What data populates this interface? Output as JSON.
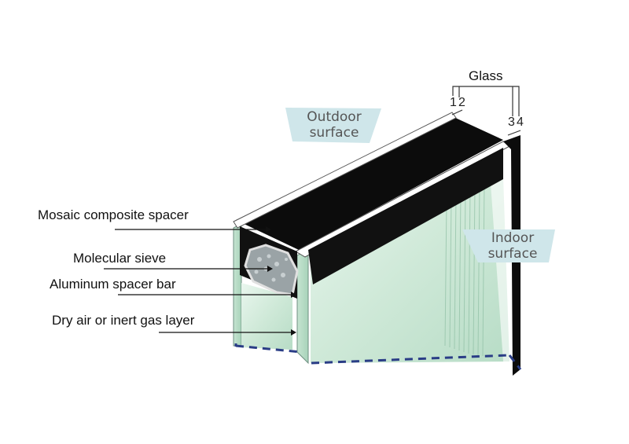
{
  "labels": {
    "mosaic_spacer": "Mosaic composite spacer",
    "molecular_sieve": "Molecular sieve",
    "aluminum_bar": "Aluminum spacer bar",
    "gas_layer": "Dry air or inert gas layer"
  },
  "surfaces": {
    "outdoor_line1": "Outdoor",
    "outdoor_line2": "surface",
    "indoor_line1": "Indoor",
    "indoor_line2": "surface"
  },
  "glass": {
    "title": "Glass",
    "n1": "1",
    "n2": "2",
    "n3": "3",
    "n4": "4"
  },
  "colors": {
    "frame": "#0c0c0c",
    "glass": "#cfe9d8",
    "glass_edge": "#9fcdb4",
    "tag_fill": "#cfe6ea",
    "dash": "#2a3d86"
  }
}
